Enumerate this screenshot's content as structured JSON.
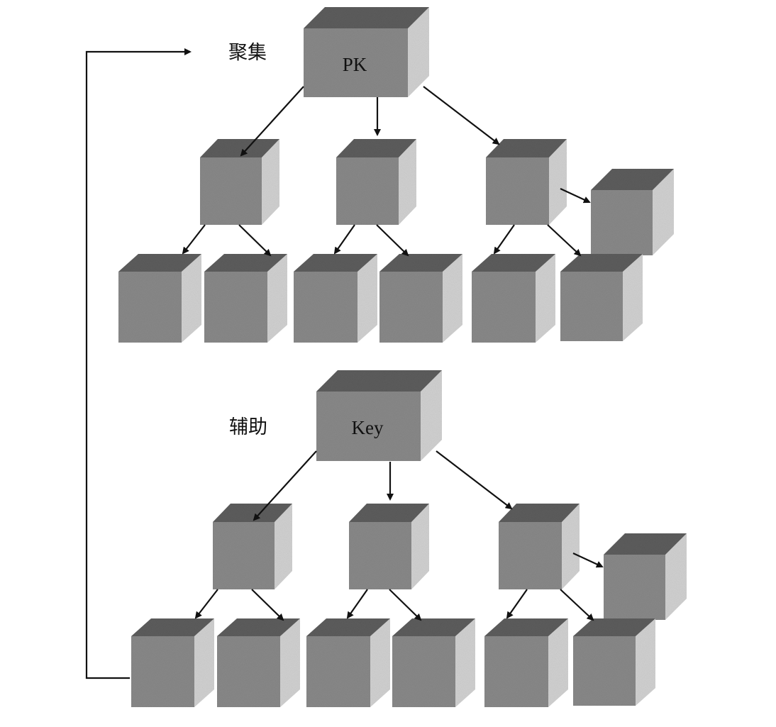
{
  "diagram": {
    "upper_tree": {
      "section_label": "聚集",
      "root_label": "PK"
    },
    "lower_tree": {
      "section_label": "辅助",
      "root_label": "Key"
    }
  },
  "colors": {
    "front": "#8c8c8c",
    "top": "#5f5f5f",
    "side": "#d6d6d6",
    "line": "#111111"
  }
}
